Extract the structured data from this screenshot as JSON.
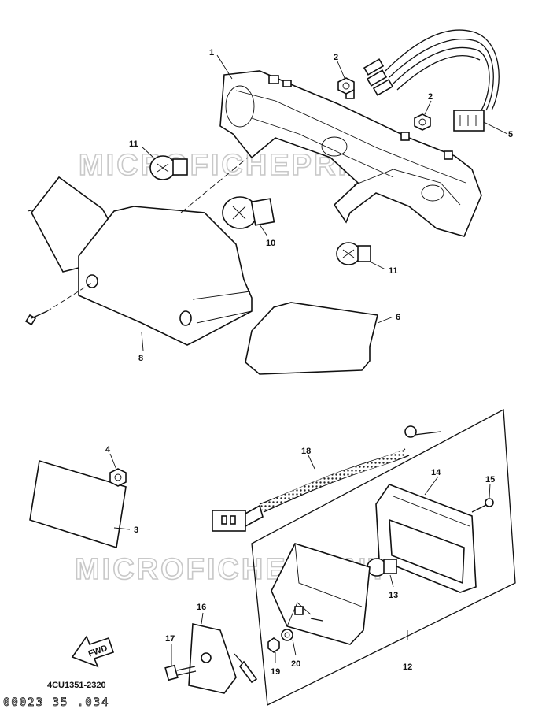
{
  "diagram": {
    "callouts": {
      "c1": "1",
      "c2a": "2",
      "c2b": "2",
      "c3": "3",
      "c4": "4",
      "c5": "5",
      "c6": "6",
      "c8": "8",
      "c10": "10",
      "c11a": "11",
      "c11b": "11",
      "c12": "12",
      "c13": "13",
      "c14": "14",
      "c15": "15",
      "c16": "16",
      "c17": "17",
      "c18": "18",
      "c19": "19",
      "c20": "20"
    },
    "part_code": "4CU1351-2320",
    "fwd_label": "FWD",
    "stamp": "00023 35 .034",
    "watermark": "MICROFICHEPRINT"
  }
}
